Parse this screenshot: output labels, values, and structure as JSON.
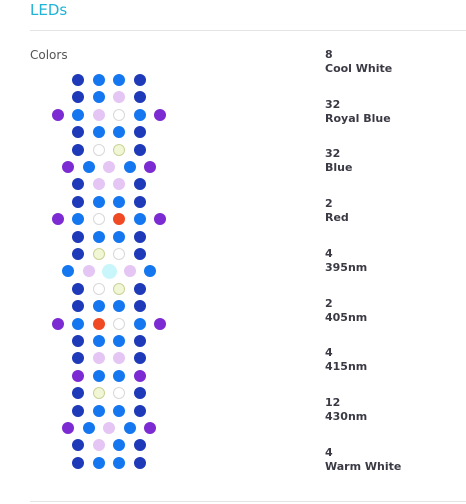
{
  "section": {
    "title": "LEDs",
    "colors_label": "Colors"
  },
  "legend": [
    {
      "count": "8",
      "name": "Cool White"
    },
    {
      "count": "32",
      "name": "Royal Blue"
    },
    {
      "count": "32",
      "name": "Blue"
    },
    {
      "count": "2",
      "name": "Red"
    },
    {
      "count": "4",
      "name": "395nm"
    },
    {
      "count": "2",
      "name": "405nm"
    },
    {
      "count": "4",
      "name": "415nm"
    },
    {
      "count": "12",
      "name": "430nm"
    },
    {
      "count": "4",
      "name": "Warm White"
    }
  ],
  "led_colors": {
    "R": "#1e3ab8",
    "B": "#1577f0",
    "W": "#ffffff",
    "P": "#e4c5f3",
    "V": "#7b2bd1",
    "Y": "#f1f7d4",
    "C": "#c9f6fa",
    "O": "#f04a24"
  },
  "led_rows": [
    "RBBR",
    "RBPR",
    "VBPWBV",
    "RBBR",
    "RWYR",
    "VBPBV",
    "RPPR",
    "RBBR",
    "VBWOBV",
    "RBBR",
    "RYWR",
    "BPCPB",
    "RWYR",
    "RBBR",
    "VBOWBV",
    "RBBR",
    "RPPR",
    "VBBV",
    "RYWR",
    "RBBR",
    "VBPBV",
    "RPBR",
    "RBBR"
  ]
}
